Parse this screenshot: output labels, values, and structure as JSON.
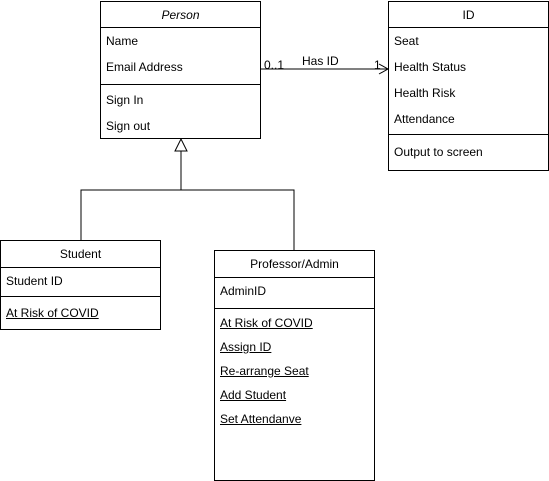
{
  "classes": {
    "person": {
      "name": "Person",
      "attributes": [
        "Name",
        "Email Address"
      ],
      "operations": [
        "Sign In",
        "Sign out"
      ]
    },
    "id": {
      "name": "ID",
      "attributes": [
        "Seat",
        "Health Status",
        "Health Risk",
        "Attendance"
      ],
      "operations": [
        "Output to screen"
      ]
    },
    "student": {
      "name": "Student",
      "attributes": [
        "Student ID"
      ],
      "operations": [
        "At Risk of COVID"
      ]
    },
    "professor": {
      "name": "Professor/Admin",
      "attributes": [
        "AdminID"
      ],
      "operations": [
        "At Risk of COVID",
        "Assign ID",
        "Re-arrange Seat",
        "Add Student",
        "Set Attendanve"
      ]
    }
  },
  "association": {
    "label": "Has ID",
    "source_multiplicity": "0..1",
    "target_multiplicity": "1"
  }
}
